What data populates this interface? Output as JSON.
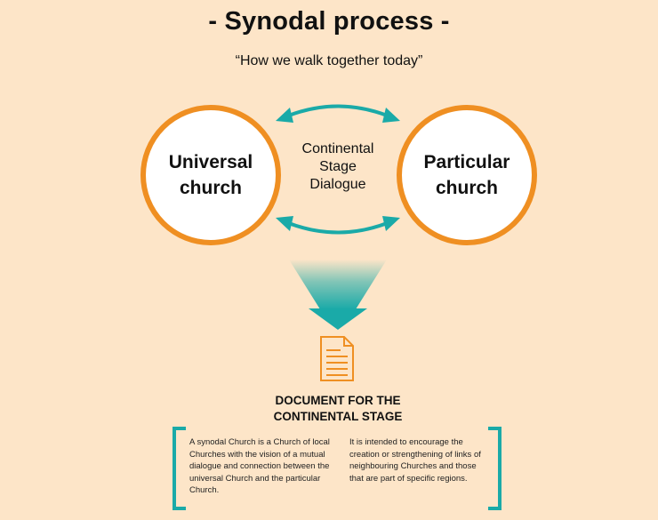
{
  "title": "- Synodal process -",
  "subtitle": "“How we walk together today”",
  "left_circle": {
    "line1": "Universal",
    "line2": "church"
  },
  "right_circle": {
    "line1": "Particular",
    "line2": "church"
  },
  "center_label": {
    "line1": "Continental",
    "line2": "Stage",
    "line3": "Dialogue"
  },
  "document_title": {
    "line1": "DOCUMENT FOR THE",
    "line2": "CONTINENTAL STAGE"
  },
  "left_text": "A synodal Church is a Church of local Churches with the vision of a mutual dialogue and connection between the universal Church and the particular Church.",
  "right_text": "It is intended to encourage the creation or strengthening of links of neighbouring Churches and those that are part of specific regions.",
  "colors": {
    "background": "#fde5c8",
    "circle_border": "#ef8f22",
    "arrow_teal": "#1aaaa8",
    "document_icon": "#ef8f22"
  }
}
